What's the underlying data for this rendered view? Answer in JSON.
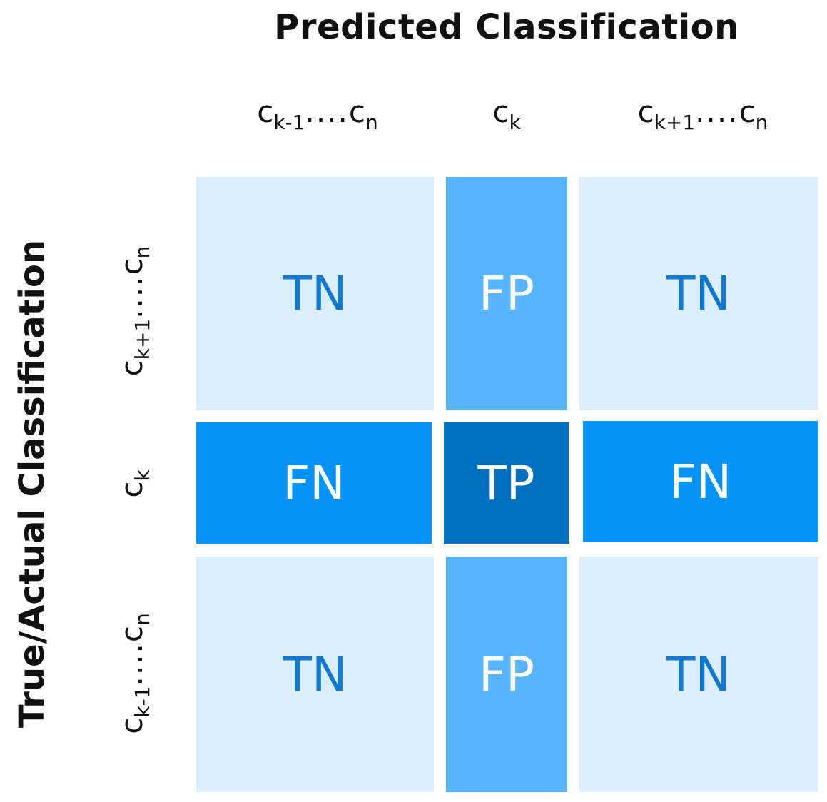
{
  "title_x": "Predicted Classification",
  "title_y": "True/Actual Classification",
  "columns": [
    {
      "main": "c",
      "sub": "k-1",
      "dots": "....",
      "end_main": "c",
      "end_sub": "n"
    },
    {
      "main": "c",
      "sub": "k",
      "dots": "",
      "end_main": "",
      "end_sub": ""
    },
    {
      "main": "c",
      "sub": "k+1",
      "dots": "....",
      "end_main": "c",
      "end_sub": "n"
    }
  ],
  "rows": [
    {
      "main": "c",
      "sub": "k+1",
      "dots": "....",
      "end_main": "c",
      "end_sub": "n"
    },
    {
      "main": "c",
      "sub": "k",
      "dots": "",
      "end_main": "",
      "end_sub": ""
    },
    {
      "main": "c",
      "sub": "k-1",
      "dots": "....",
      "end_main": "c",
      "end_sub": "n"
    }
  ],
  "cells": [
    [
      "TN",
      "FP",
      "TN"
    ],
    [
      "FN",
      "TP",
      "FN"
    ],
    [
      "TN",
      "FP",
      "TN"
    ]
  ],
  "colors": {
    "tn": "#dbeefd",
    "fp": "#58b4fd",
    "fn": "#0593f9",
    "tp": "#006fc0",
    "tn_text": "#1277cf"
  }
}
